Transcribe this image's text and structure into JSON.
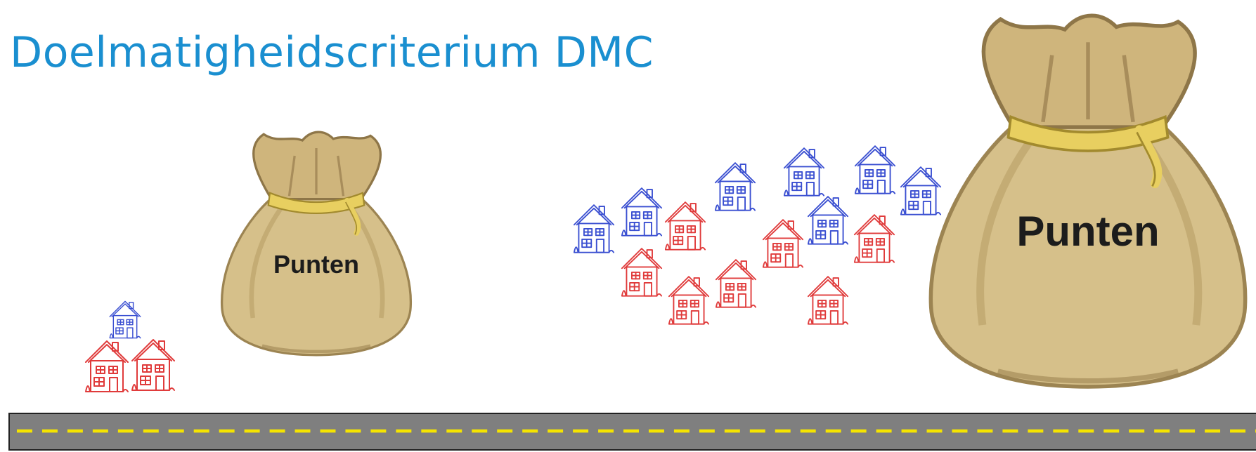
{
  "title": "Doelmatigheidscriterium DMC",
  "colors": {
    "title": "#1a8fd0",
    "house_blue": "#3a4fd1",
    "house_red": "#e03b3b",
    "bag": "#d6c08a",
    "road": "#7f7f7f",
    "road_line": "#f5e400"
  },
  "bags": {
    "small": {
      "label": "Punten"
    },
    "large": {
      "label": "Punten"
    }
  },
  "icons": {
    "house": "house-icon",
    "bag": "money-bag-icon",
    "road": "road-icon"
  }
}
